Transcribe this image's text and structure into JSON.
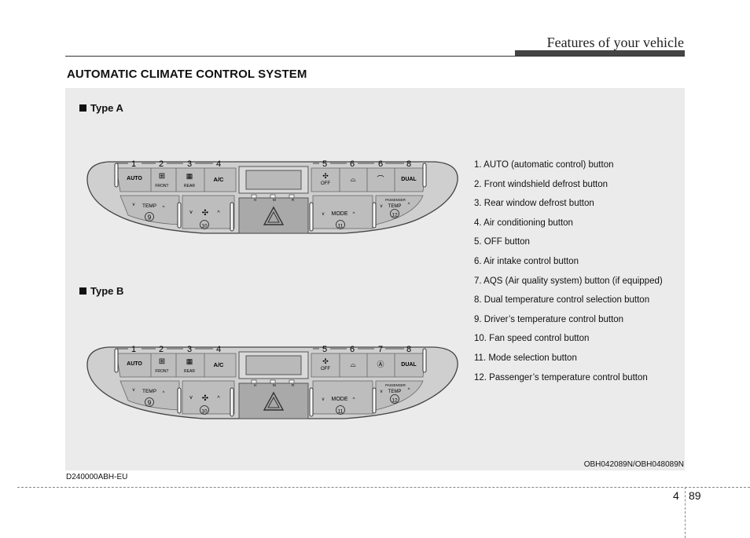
{
  "header": {
    "title": "Features of your vehicle"
  },
  "section": {
    "title": "AUTOMATIC CLIMATE CONTROL SYSTEM"
  },
  "figure": {
    "type_a_label": "Type A",
    "type_b_label": "Type B",
    "code": "OBH042089N/OBH048089N",
    "panel_a": {
      "buttons": {
        "auto": "AUTO",
        "front": "FRONT",
        "rear": "REAR",
        "ac": "A/C",
        "off": "OFF",
        "dual": "DUAL"
      },
      "callouts_top": [
        "1",
        "2",
        "3",
        "4",
        "5",
        "6",
        "6",
        "8"
      ],
      "callouts_bottom": [
        "9",
        "10",
        "11",
        "12"
      ],
      "indicators": {
        "h": "H",
        "m": "M",
        "r": "R"
      },
      "temp": "TEMP",
      "mode": "MODE",
      "passenger": "PASSENGER"
    },
    "panel_b": {
      "buttons": {
        "auto": "AUTO",
        "front": "FRONT",
        "rear": "REAR",
        "ac": "A/C",
        "off": "OFF",
        "dual": "DUAL"
      },
      "callouts_top": [
        "1",
        "2",
        "3",
        "4",
        "5",
        "6",
        "7",
        "8"
      ],
      "callouts_bottom": [
        "9",
        "10",
        "11",
        "12"
      ],
      "indicators": {
        "h": "H",
        "m": "M",
        "r": "R"
      },
      "temp": "TEMP",
      "mode": "MODE",
      "passenger": "PASSENGER"
    }
  },
  "legend": [
    "1. AUTO (automatic control) button",
    "2. Front windshield defrost button",
    "3. Rear window defrost button",
    "4. Air conditioning button",
    "5. OFF button",
    "6. Air intake control button",
    "7. AQS (Air quality system) button (if equipped)",
    "8. Dual temperature control selection button",
    "9. Driver’s temperature control button",
    "10. Fan speed control button",
    "11. Mode selection button",
    "12. Passenger’s temperature control button"
  ],
  "footer": {
    "doc_code": "D240000ABH-EU",
    "chapter": "4",
    "page": "89"
  }
}
